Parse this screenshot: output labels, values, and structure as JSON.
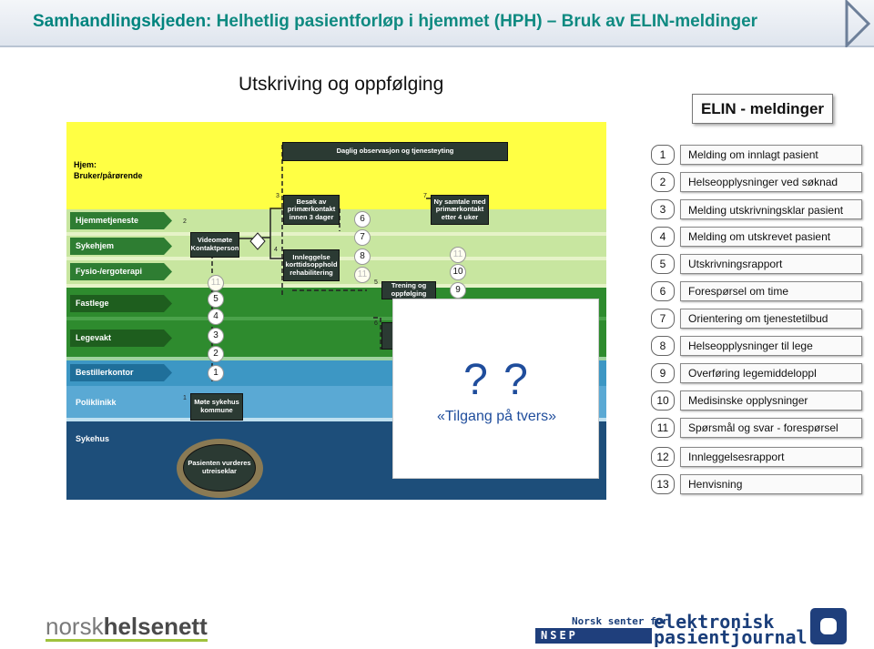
{
  "header": {
    "title_prefix": "Samhandlingskjeden:",
    "title_main": " Helhetlig pasientforløp i hjemmet (HPH) – Bruk av ELIN-meldinger"
  },
  "subtitle": "Utskriving og oppfølging",
  "diagram": {
    "lanes": {
      "hjem": "Hjem:\nBruker/pårørende",
      "hjemmetjeneste": "Hjemmetjeneste",
      "sykehjem": "Sykehjem",
      "fysio": "Fysio-/ergoterapi",
      "fastlege": "Fastlege",
      "legevakt": "Legevakt",
      "bestillerkontor": "Bestillerkontor",
      "poliklinikk": "Poliklinikk",
      "sykehus": "Sykehus"
    },
    "boxes": {
      "daglig": "Daglig observasjon og tjenesteyting",
      "besok": "Besøk av primærkontakt innen 3 dager",
      "nysamtale": "Ny samtale med primærkontakt etter 4 uker",
      "videomote": "Videomøte Kontaktperson",
      "innleggelse": "Innleggelse korttidsopphold rehabilitering",
      "trening": "Trening og oppfølging",
      "mote": "Møte sykehus kommune",
      "pasienten": "Pasienten vurderes utreiseklar"
    },
    "step_numbers": {
      "s1": "1",
      "s2": "2",
      "s3": "3",
      "s4": "4",
      "s5": "5",
      "s6": "6",
      "s7": "7"
    },
    "circles": {
      "c11a": "11",
      "c5": "5",
      "c4": "4",
      "c3": "3",
      "c2": "2",
      "c1": "1",
      "c6": "6",
      "c7": "7",
      "c8": "8",
      "c11b": "11",
      "c11c": "11",
      "c10": "10",
      "c9": "9"
    },
    "overlay": {
      "marks": "? ?",
      "text": "«Tilgang på tvers»"
    }
  },
  "elin": {
    "title": "ELIN - meldinger",
    "items": [
      {
        "num": "1",
        "label": "Melding om innlagt pasient"
      },
      {
        "num": "2",
        "label": "Helseopplysninger ved søknad"
      },
      {
        "num": "3",
        "label": "Melding utskrivningsklar pasient"
      },
      {
        "num": "4",
        "label": "Melding om utskrevet pasient"
      },
      {
        "num": "5",
        "label": "Utskrivningsrapport"
      },
      {
        "num": "6",
        "label": "Forespørsel om time"
      },
      {
        "num": "7",
        "label": "Orientering om tjenestetilbud"
      },
      {
        "num": "8",
        "label": "Helseopplysninger til lege"
      },
      {
        "num": "9",
        "label": "Overføring legemiddeloppl"
      },
      {
        "num": "10",
        "label": "Medisinske opplysninger"
      },
      {
        "num": "11",
        "label": "Spørsmål og svar - forespørsel"
      },
      {
        "num": "12",
        "label": "Innleggelsesrapport"
      },
      {
        "num": "13",
        "label": "Henvisning"
      }
    ]
  },
  "footer": {
    "nhn_light": "norsk",
    "nhn_bold": "helsenett",
    "nsep_small": "Norsk senter for",
    "nsep_big1": "elektronisk",
    "nsep_big2": "pasientjournal",
    "nsep_abbr": "NSEP"
  }
}
